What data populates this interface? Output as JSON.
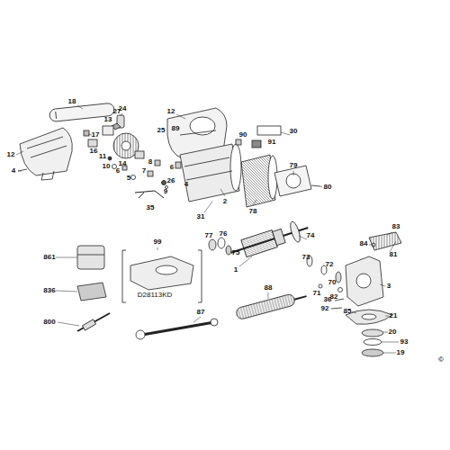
{
  "diagram": {
    "labels": [
      "18",
      "24",
      "27",
      "13",
      "12",
      "17",
      "16",
      "14",
      "25",
      "89",
      "30",
      "90",
      "91",
      "12",
      "11",
      "10",
      "6",
      "8",
      "7",
      "6",
      "4",
      "5",
      "26",
      "4",
      "9",
      "79",
      "80",
      "35",
      "31",
      "2",
      "78",
      "77",
      "76",
      "75",
      "84",
      "83",
      "81",
      "99",
      "861",
      "836",
      "D28113KD",
      "74",
      "73",
      "72",
      "70",
      "71",
      "82",
      "3",
      "1",
      "88",
      "36",
      "92",
      "85",
      "21",
      "20",
      "93",
      "19",
      "800",
      "87",
      "©"
    ]
  }
}
